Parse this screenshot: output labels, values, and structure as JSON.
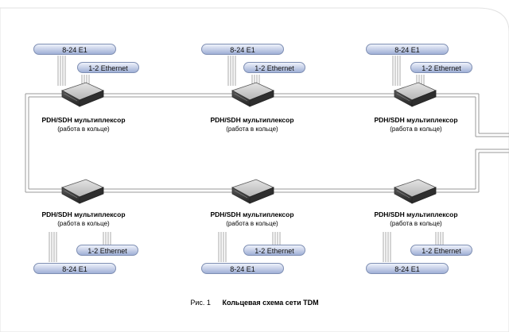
{
  "caption": {
    "figure_label": "Рис. 1",
    "title": "Кольцевая схема сети TDM"
  },
  "nodes": [
    {
      "title": "PDH/SDH мультиплексор",
      "subtitle": "(работа в кольце)",
      "e1_label": "8-24 E1",
      "eth_label": "1-2 Ethernet"
    },
    {
      "title": "PDH/SDH мультиплексор",
      "subtitle": "(работа в кольце)",
      "e1_label": "8-24 E1",
      "eth_label": "1-2 Ethernet"
    },
    {
      "title": "PDH/SDH мультиплексор",
      "subtitle": "(работа в кольце)",
      "e1_label": "8-24 E1",
      "eth_label": "1-2 Ethernet"
    },
    {
      "title": "PDH/SDH мультиплексор",
      "subtitle": "(работа в кольце)",
      "e1_label": "8-24 E1",
      "eth_label": "1-2 Ethernet"
    },
    {
      "title": "PDH/SDH мультиплексор",
      "subtitle": "(работа в кольце)",
      "e1_label": "8-24 E1",
      "eth_label": "1-2 Ethernet"
    },
    {
      "title": "PDH/SDH мультиплексор",
      "subtitle": "(работа в кольце)",
      "e1_label": "8-24 E1",
      "eth_label": "1-2 Ethernet"
    }
  ],
  "colors": {
    "pill_border": "#7f8fb3",
    "pill_fill": "#c3cde6",
    "ring_line": "#9a9a9a",
    "device_top": "#c8c8c8",
    "device_side": "#3a3a3a"
  }
}
